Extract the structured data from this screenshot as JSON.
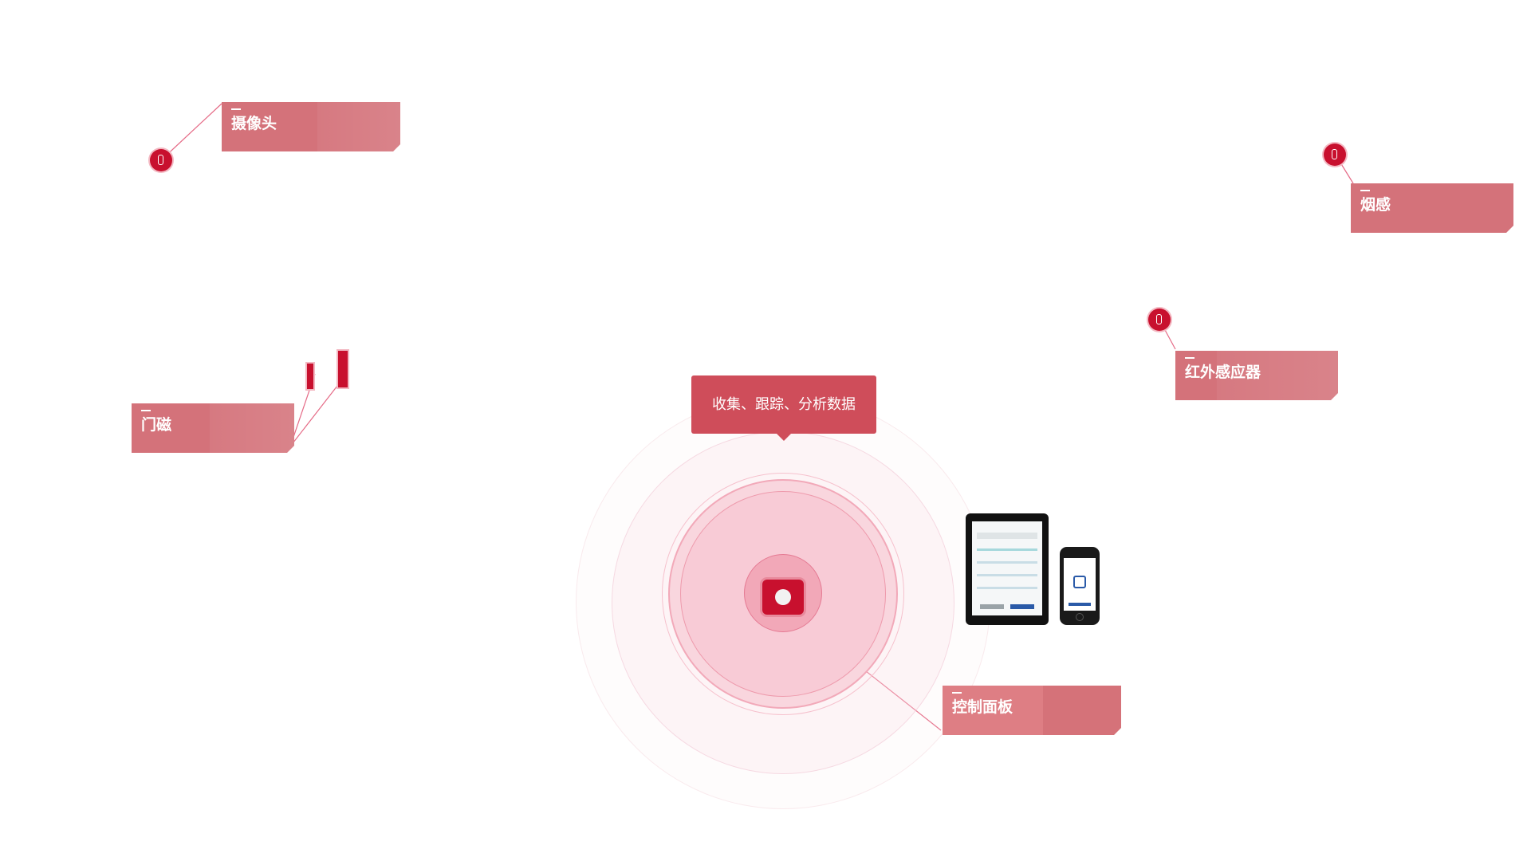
{
  "labels": {
    "camera": "摄像头",
    "smoke": "烟感",
    "door": "门磁",
    "infrared": "红外感应器",
    "panel": "控制面板"
  },
  "tooltip": "收集、跟踪、分析数据",
  "icons": {
    "sensor_marker": "sensor-marker-icon",
    "door_contact": "door-contact-icon",
    "hub": "hub-button-icon",
    "tablet": "tablet-device-icon",
    "phone": "phone-device-icon"
  },
  "colors": {
    "label_fill": "#d4727a",
    "accent": "#c8102e",
    "tooltip": "#cf4d5a",
    "ring": "#f4a6b6"
  }
}
